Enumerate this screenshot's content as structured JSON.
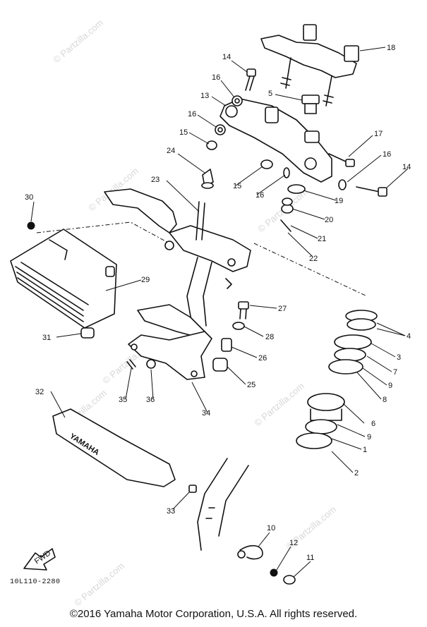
{
  "diagram": {
    "callouts": [
      "1",
      "2",
      "3",
      "4",
      "5",
      "6",
      "7",
      "8",
      "9",
      "10",
      "11",
      "12",
      "13",
      "14",
      "15",
      "16",
      "17",
      "18",
      "19",
      "20",
      "21",
      "22",
      "23",
      "24",
      "25",
      "26",
      "27",
      "28",
      "29",
      "30",
      "31",
      "32",
      "33",
      "34",
      "35",
      "36"
    ],
    "brand_text": "YAMAHA",
    "front_mark": "FWD",
    "code": "10L110-2280",
    "watermark": "© Partzilla.com"
  },
  "footer": {
    "copyright": "©2016  Yamaha Motor Corporation, U.S.A. All rights reserved."
  }
}
